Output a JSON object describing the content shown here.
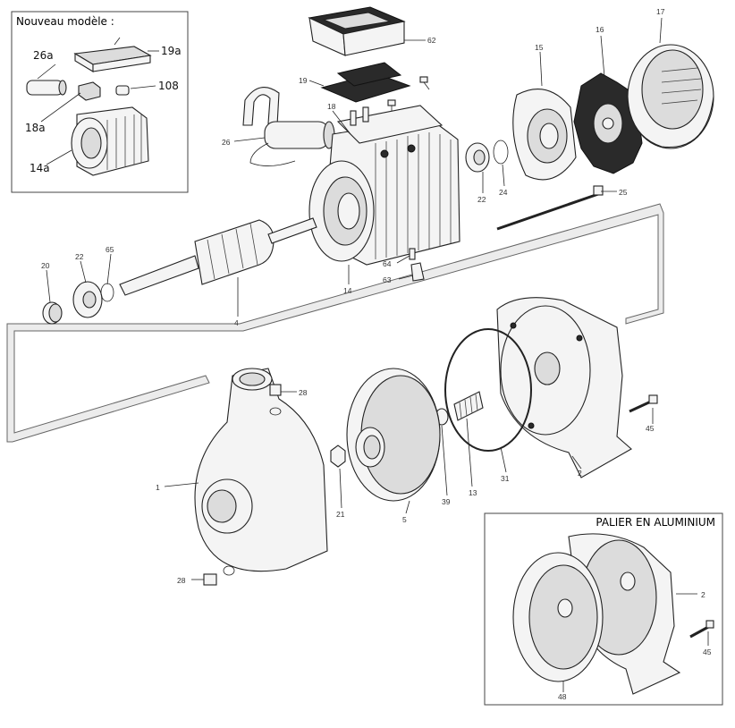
{
  "inset_new_model": {
    "title": "Nouveau modèle :",
    "labels": [
      "26a",
      "19a",
      "108",
      "18a",
      "14a"
    ]
  },
  "inset_bearing": {
    "title": "PALIER EN ALUMINIUM",
    "labels": [
      "2",
      "45",
      "48"
    ]
  },
  "part_labels": [
    "62",
    "17",
    "16",
    "15",
    "19",
    "18",
    "26",
    "22",
    "24",
    "25",
    "20",
    "22",
    "65",
    "64",
    "63",
    "14",
    "4",
    "28",
    "45",
    "1",
    "21",
    "5",
    "39",
    "13",
    "31",
    "2",
    "28"
  ],
  "colors": {
    "ink": "#222222",
    "fill": "#f4f4f4",
    "shade": "#dcdcdc",
    "dark": "#2a2a2a"
  }
}
